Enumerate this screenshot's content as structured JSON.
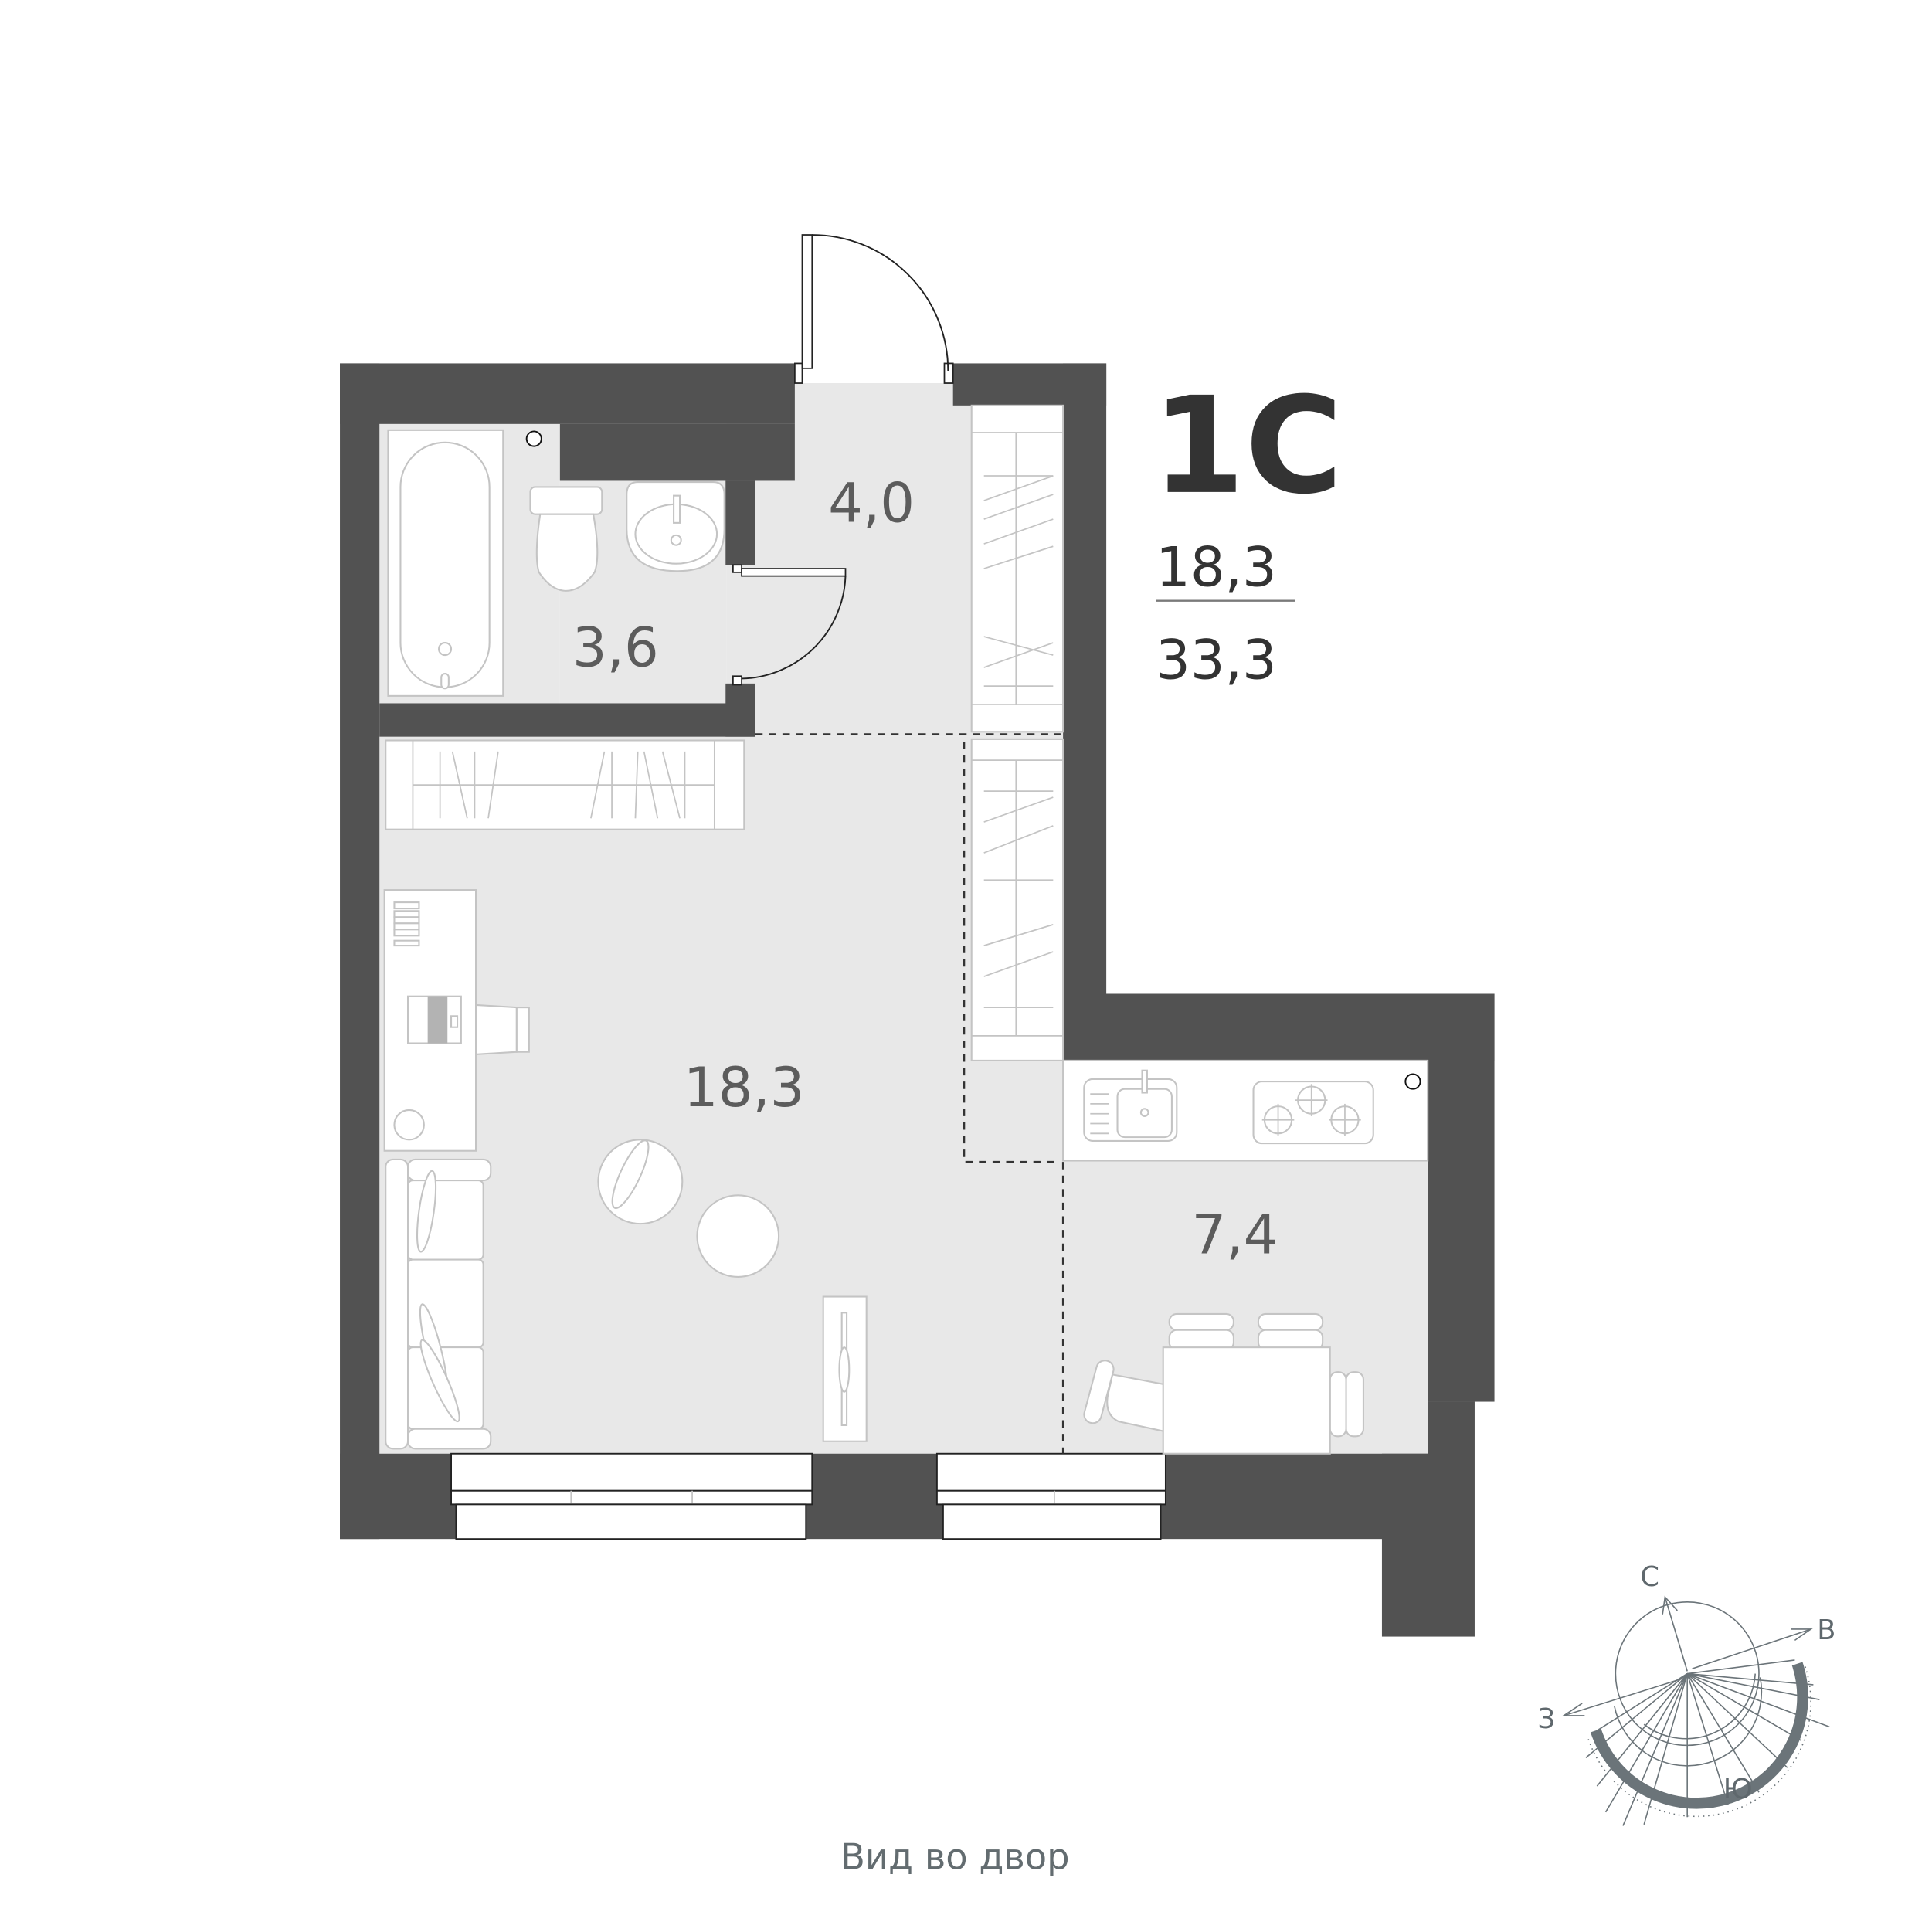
{
  "apartment": {
    "type_label": "1С",
    "living_area": "18,3",
    "total_area": "33,3"
  },
  "rooms": [
    {
      "id": "bathroom",
      "name": "bathroom",
      "area": "3,6"
    },
    {
      "id": "hallway",
      "name": "hallway",
      "area": "4,0"
    },
    {
      "id": "living-room",
      "name": "living-room",
      "area": "18,3"
    },
    {
      "id": "kitchen",
      "name": "kitchen",
      "area": "7,4"
    }
  ],
  "view_caption": "Вид во двор",
  "compass": {
    "north": "С",
    "east": "В",
    "west": "З",
    "south": "Ю"
  },
  "colors": {
    "wall": "#525252",
    "floor": "#e8e8e8",
    "furniture": "#ffffff",
    "furniture_stroke": "#c4c4c4",
    "text_dark": "#333333",
    "text_area": "#5c5c5c",
    "caption": "#636c70"
  }
}
